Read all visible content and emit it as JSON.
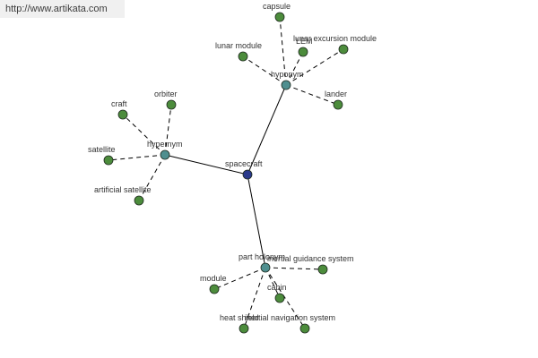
{
  "watermark": {
    "url": "http://www.artikata.com"
  },
  "colors": {
    "central": "#2a3a8c",
    "relation": "#4f8f8f",
    "leaf": "#4c8c3c"
  },
  "graph": {
    "center": "spacecraft",
    "groups": [
      {
        "relation": "hyponym",
        "terms": [
          "capsule",
          "lunar module",
          "LEM",
          "lunar excursion module",
          "lander"
        ]
      },
      {
        "relation": "hypernym",
        "terms": [
          "craft",
          "orbiter",
          "satellite",
          "artificial satellite"
        ]
      },
      {
        "relation": "part holonym",
        "terms": [
          "inertial guidance system",
          "module",
          "cabin",
          "heat shield",
          "inertial navigation system"
        ]
      }
    ]
  }
}
